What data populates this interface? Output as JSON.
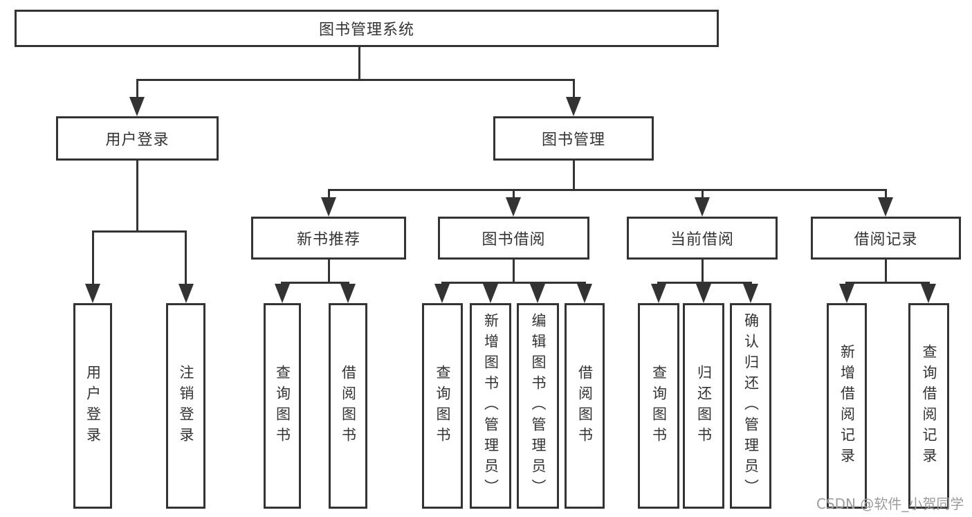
{
  "nodes": {
    "root": "图书管理系统",
    "user_login": "用户登录",
    "book_mgmt": "图书管理",
    "new_book_rec": "新书推荐",
    "book_borrow": "图书借阅",
    "current_borrow": "当前借阅",
    "borrow_records": "借阅记录",
    "leaf_user_login": "用户登录",
    "leaf_logout": "注销登录",
    "rec_query_book": "查询图书",
    "rec_borrow_book": "借阅图书",
    "bb_query_book": "查询图书",
    "bb_add_book": "新增图书（管理员）",
    "bb_edit_book": "编辑图书（管理员）",
    "bb_borrow_book": "借阅图书",
    "cb_query_book": "查询图书",
    "cb_return_book": "归还图书",
    "cb_confirm_return": "确认归还（管理员）",
    "br_add_record": "新增借阅记录",
    "br_query_record": "查询借阅记录"
  },
  "tree": {
    "图书管理系统": {
      "用户登录": [
        "用户登录",
        "注销登录"
      ],
      "图书管理": {
        "新书推荐": [
          "查询图书",
          "借阅图书"
        ],
        "图书借阅": [
          "查询图书",
          "新增图书（管理员）",
          "编辑图书（管理员）",
          "借阅图书"
        ],
        "当前借阅": [
          "查询图书",
          "归还图书",
          "确认归还（管理员）"
        ],
        "借阅记录": [
          "新增借阅记录",
          "查询借阅记录"
        ]
      }
    }
  },
  "watermark": {
    "text": "CSDN @软件_小贺同学"
  },
  "colors": {
    "line": "#333333",
    "text": "#333333",
    "box_background": "#ffffff",
    "page_background": "#ffffff",
    "watermark": "#9c9c9c"
  }
}
